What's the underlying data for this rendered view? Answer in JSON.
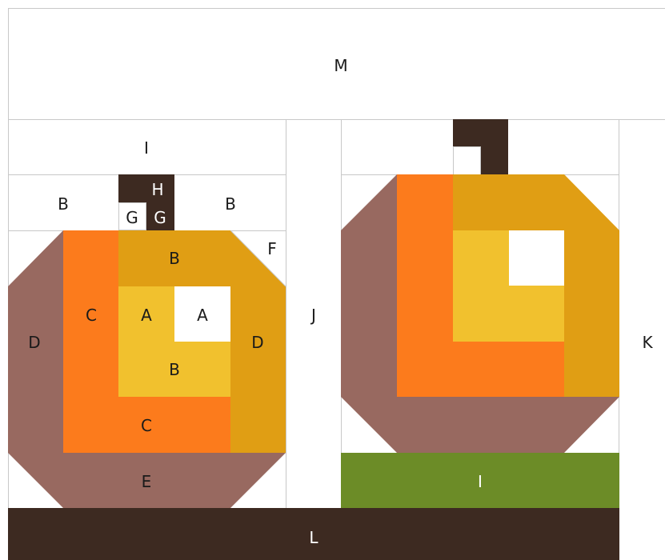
{
  "colors": {
    "background": "#ffffff",
    "seam": "#c8c8c8",
    "pumpkin_orange": "#fc7b1c",
    "mustard": "#e09e14",
    "gold": "#f1c12e",
    "mauve": "#986960",
    "stem_brown": "#3d2a21",
    "leaf_green": "#6c8c27",
    "label_dark": "#1a1a1a",
    "label_light": "#ffffff"
  },
  "labels": {
    "m": "M",
    "i_top": "I",
    "b_left": "B",
    "h": "H",
    "b_right": "B",
    "g_left": "G",
    "g_right": "G",
    "f": "F",
    "b_upper": "B",
    "c_left": "C",
    "a_gold": "A",
    "a_white": "A",
    "j": "J",
    "d_left": "D",
    "d_right": "D",
    "k": "K",
    "b_lower": "B",
    "c_bottom": "C",
    "e": "E",
    "i_green": "I",
    "l": "L"
  }
}
